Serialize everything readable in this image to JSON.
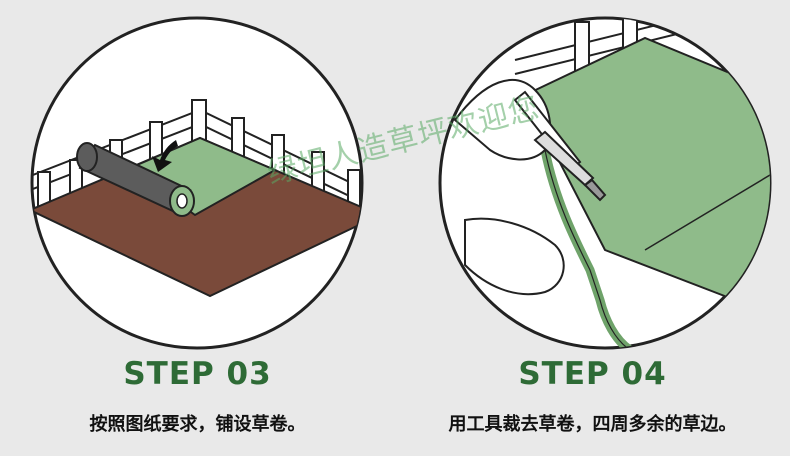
{
  "steps": [
    {
      "title": "STEP 03",
      "caption": "按照图纸要求，铺设草卷。"
    },
    {
      "title": "STEP 04",
      "caption": "用工具裁去草卷，四周多余的草边。"
    }
  ],
  "watermark": "绿坦人造草坪欢迎您",
  "colors": {
    "background": "#e9e9e9",
    "step_title": "#2e6b36",
    "turf": "#8fbb8a",
    "soil": "#7a4a3a",
    "roll": "#5c5c5c"
  },
  "icons": [
    "arrow-down-icon"
  ]
}
